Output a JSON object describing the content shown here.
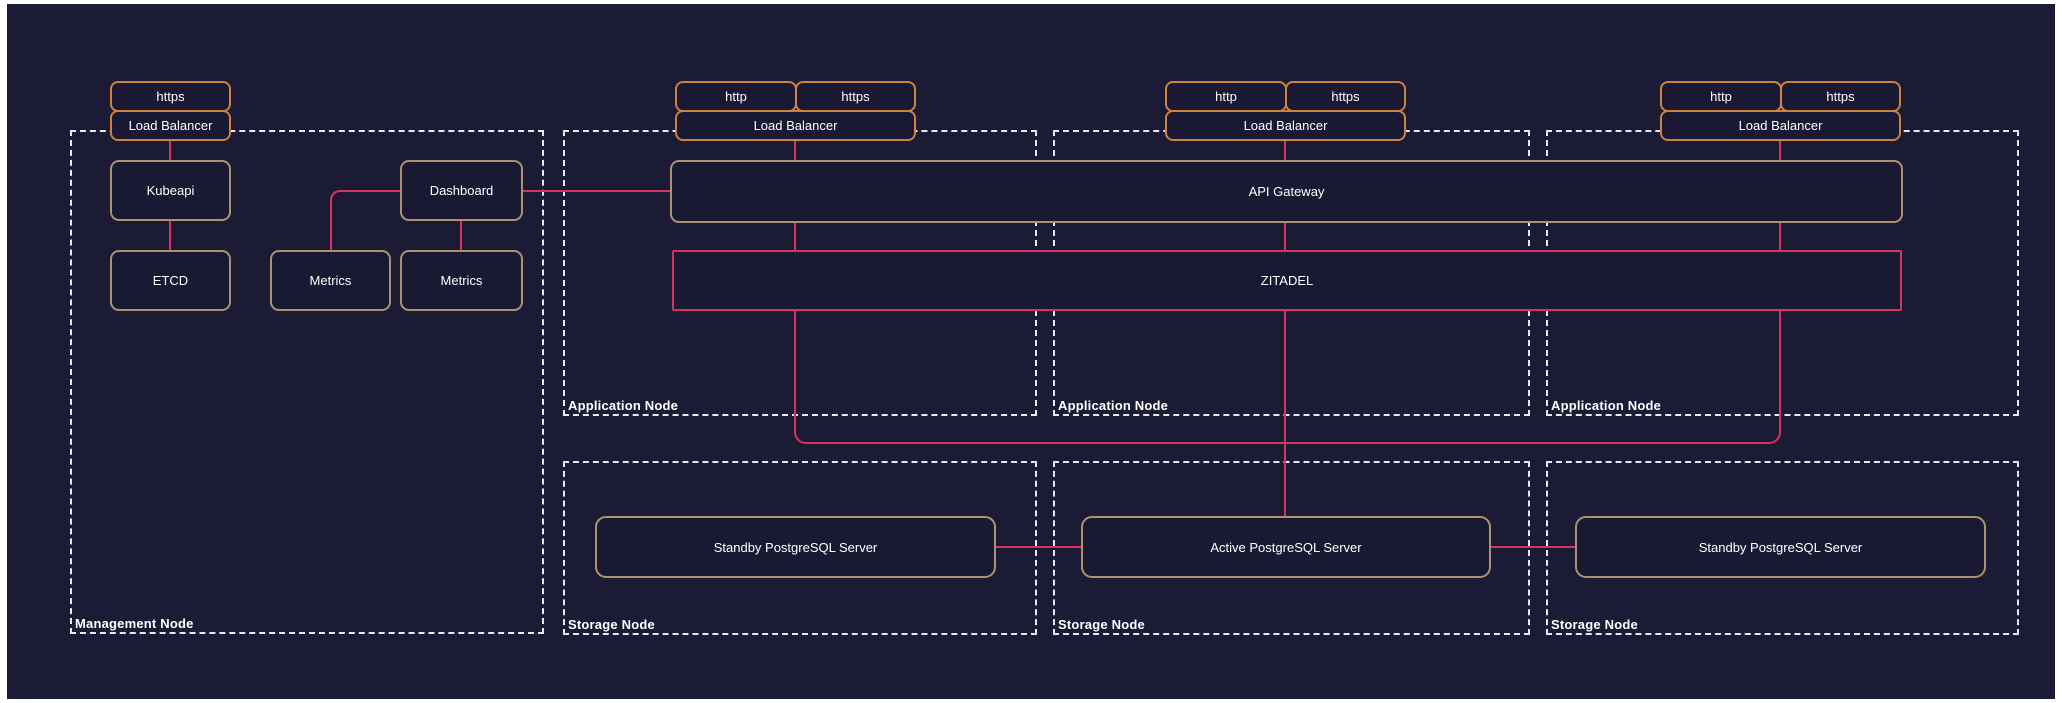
{
  "colors": {
    "canvas_background": "#1b1b35",
    "page_margin": "#ffffff",
    "load_balancer_border": "#d0813a",
    "node_border": "#ad9170",
    "edge_and_zitadel": "#d6335f",
    "group_dashed_border": "#e8e8ee",
    "text": "#ffffff"
  },
  "groups": [
    {
      "id": "management",
      "label": "Management Node"
    },
    {
      "id": "app1",
      "label": "Application Node"
    },
    {
      "id": "app2",
      "label": "Application Node"
    },
    {
      "id": "app3",
      "label": "Application Node"
    },
    {
      "id": "storage1",
      "label": "Storage Node"
    },
    {
      "id": "storage2",
      "label": "Storage Node"
    },
    {
      "id": "storage3",
      "label": "Storage Node"
    }
  ],
  "load_balancers": [
    {
      "id": "lb-management",
      "label": "Load Balancer",
      "protocols": [
        "https"
      ]
    },
    {
      "id": "lb-app1",
      "label": "Load Balancer",
      "protocols": [
        "http",
        "https"
      ]
    },
    {
      "id": "lb-app2",
      "label": "Load Balancer",
      "protocols": [
        "http",
        "https"
      ]
    },
    {
      "id": "lb-app3",
      "label": "Load Balancer",
      "protocols": [
        "http",
        "https"
      ]
    }
  ],
  "nodes": {
    "kubeapi": {
      "label": "Kubeapi"
    },
    "etcd": {
      "label": "ETCD"
    },
    "metrics_left": {
      "label": "Metrics"
    },
    "metrics_right": {
      "label": "Metrics"
    },
    "dashboard": {
      "label": "Dashboard"
    },
    "api_gateway": {
      "label": "API Gateway"
    },
    "zitadel": {
      "label": "ZITADEL"
    },
    "standby_left": {
      "label": "Standby PostgreSQL Server"
    },
    "active": {
      "label": "Active PostgreSQL Server"
    },
    "standby_right": {
      "label": "Standby PostgreSQL Server"
    }
  },
  "edges": [
    {
      "from": "Load Balancer (Management Node)",
      "to": "Kubeapi"
    },
    {
      "from": "Kubeapi",
      "to": "ETCD"
    },
    {
      "from": "Dashboard",
      "to": "Metrics (left)"
    },
    {
      "from": "Dashboard",
      "to": "Metrics (right)"
    },
    {
      "from": "Dashboard",
      "to": "API Gateway"
    },
    {
      "from": "Load Balancer (Application Node 1)",
      "to": "API Gateway"
    },
    {
      "from": "Load Balancer (Application Node 2)",
      "to": "API Gateway"
    },
    {
      "from": "Load Balancer (Application Node 3)",
      "to": "API Gateway"
    },
    {
      "from": "API Gateway",
      "to": "ZITADEL",
      "via": "Application Node 1"
    },
    {
      "from": "API Gateway",
      "to": "ZITADEL",
      "via": "Application Node 2"
    },
    {
      "from": "API Gateway",
      "to": "ZITADEL",
      "via": "Application Node 3"
    },
    {
      "from": "ZITADEL",
      "to": "Active PostgreSQL Server",
      "via": "Application Node 1"
    },
    {
      "from": "ZITADEL",
      "to": "Active PostgreSQL Server",
      "via": "Application Node 2"
    },
    {
      "from": "ZITADEL",
      "to": "Active PostgreSQL Server",
      "via": "Application Node 3"
    },
    {
      "from": "Standby PostgreSQL Server (left)",
      "to": "Active PostgreSQL Server"
    },
    {
      "from": "Active PostgreSQL Server",
      "to": "Standby PostgreSQL Server (right)"
    }
  ]
}
